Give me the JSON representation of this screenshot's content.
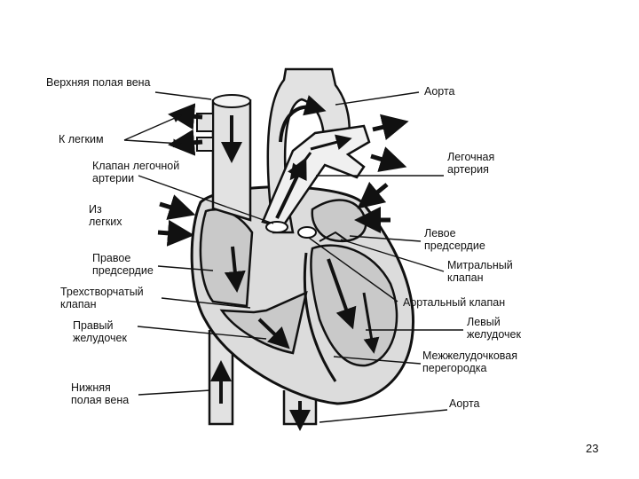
{
  "labels": {
    "superior_vena_cava": [
      "Верхняя полая вена"
    ],
    "to_lungs": [
      "К легким"
    ],
    "pulmonary_valve": [
      "Клапан легочной",
      "артерии"
    ],
    "from_lungs": [
      "Из",
      "легких"
    ],
    "right_atrium": [
      "Правое",
      "предсердие"
    ],
    "tricuspid_valve": [
      "Трехстворчатый",
      "клапан"
    ],
    "right_ventricle": [
      "Правый",
      "желудочек"
    ],
    "inferior_vena_cava": [
      "Нижняя",
      "полая вена"
    ],
    "aorta_top": [
      "Аорта"
    ],
    "pulmonary_artery": [
      "Легочная",
      "артерия"
    ],
    "left_atrium": [
      "Левое",
      "предсердие"
    ],
    "mitral_valve": [
      "Митральный",
      "клапан"
    ],
    "aortic_valve": [
      "Аортальный клапан"
    ],
    "left_ventricle": [
      "Левый",
      "желудочек"
    ],
    "septum": [
      "Межжелудочковая",
      "перегородка"
    ],
    "aorta_bottom": [
      "Аорта"
    ]
  },
  "page_number": "23",
  "colors": {
    "chamber_fill": "#c9c9c9",
    "vessel_fill": "#e2e2e2",
    "ink": "#1a1a1a"
  }
}
